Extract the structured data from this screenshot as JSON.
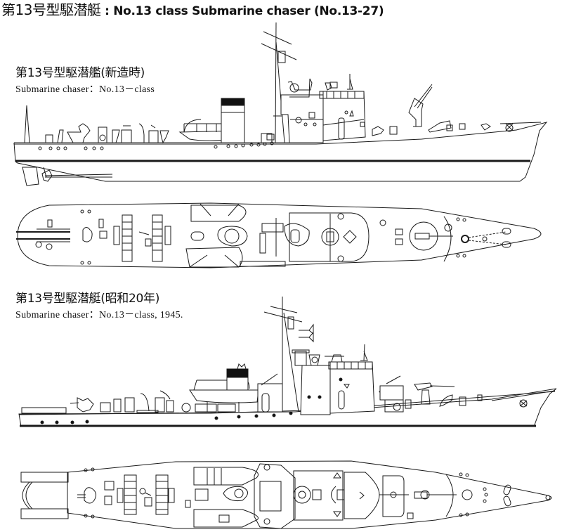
{
  "header": {
    "title_jp": "第13号型駆潜艇",
    "title_separator": " : ",
    "title_en": "No.13 class Submarine chaser (No.13-27)"
  },
  "sections": [
    {
      "title_jp": "第13号型駆潜艦(新造時)",
      "title_en": "Submarine chaser：No.13－class",
      "views": [
        "profile",
        "plan"
      ]
    },
    {
      "title_jp": "第13号型駆潜艇(昭和20年)",
      "title_en": "Submarine chaser：No.13－class, 1945.",
      "views": [
        "profile",
        "plan"
      ]
    }
  ],
  "colors": {
    "line": "#1a1a1a",
    "background": "#ffffff",
    "funnel_band": "#111111"
  }
}
